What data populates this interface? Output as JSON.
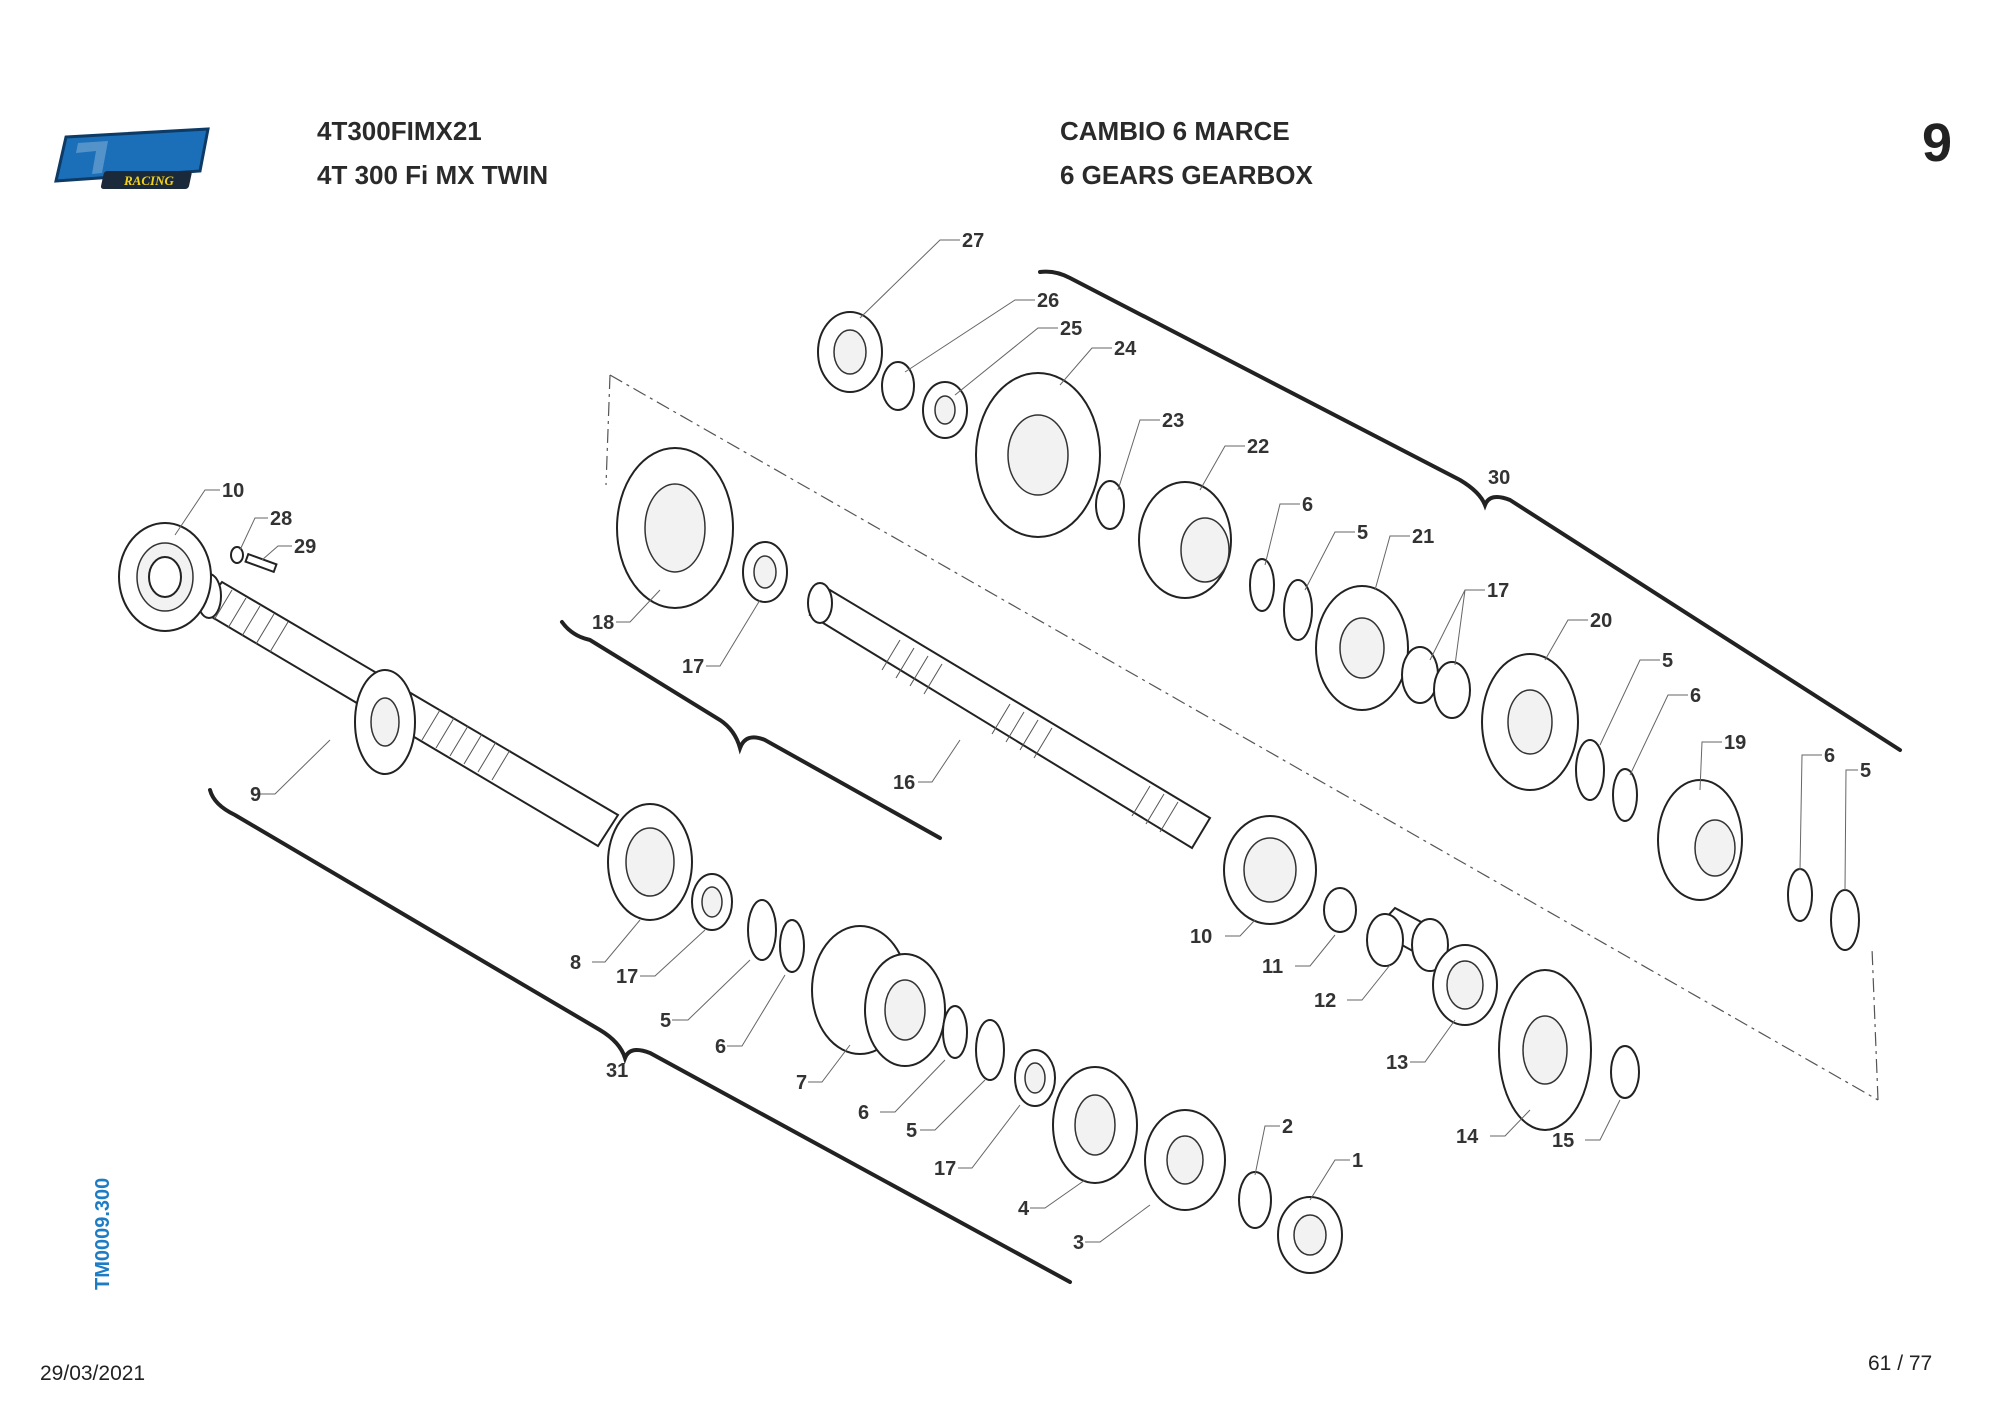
{
  "header": {
    "brand": "tm RACING",
    "model_code": "4T300FIMX21",
    "model_name": "4T 300 Fi MX TWIN",
    "title_it": "CAMBIO 6 MARCE",
    "title_en": "6 GEARS GEARBOX",
    "page_section": "9"
  },
  "footer": {
    "date": "29/03/2021",
    "page_count": "61 / 77",
    "doc_code": "TM0009.300"
  },
  "callouts": [
    "27",
    "26",
    "25",
    "24",
    "23",
    "22",
    "30",
    "6",
    "5",
    "21",
    "17",
    "20",
    "5",
    "6",
    "19",
    "6",
    "5",
    "10",
    "28",
    "29",
    "18",
    "17",
    "16",
    "9",
    "8",
    "17",
    "5",
    "6",
    "7",
    "6",
    "5",
    "17",
    "4",
    "3",
    "2",
    "1",
    "31",
    "10",
    "11",
    "12",
    "13",
    "14",
    "15"
  ]
}
